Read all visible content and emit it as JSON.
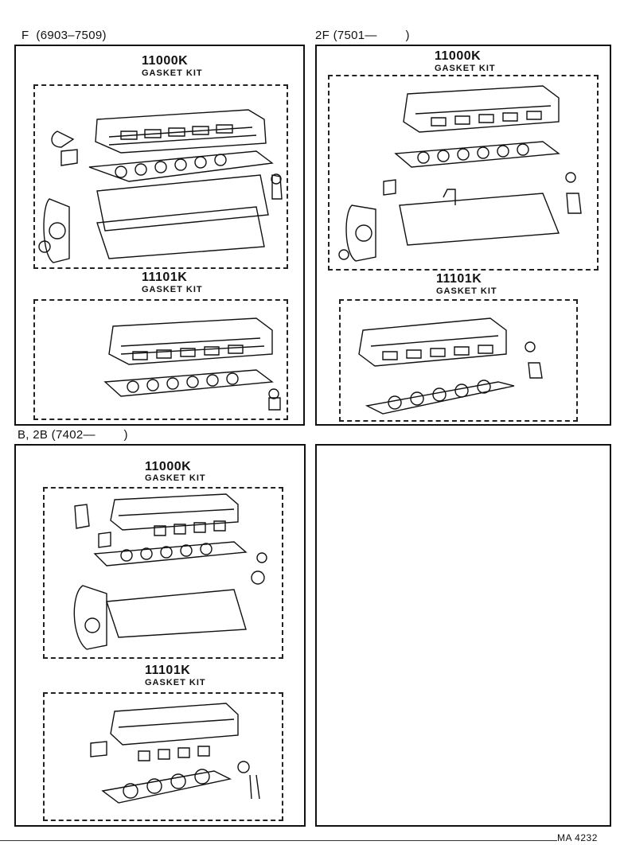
{
  "headers": {
    "f": "F  (6903–7509)",
    "twof": "2F (7501—        )",
    "b2b": "B, 2B (7402—        )"
  },
  "panels": [
    {
      "id": "f",
      "kits": [
        {
          "part": "11000K",
          "label": "GASKET KIT"
        },
        {
          "part": "11101K",
          "label": "GASKET KIT"
        }
      ]
    },
    {
      "id": "twof",
      "kits": [
        {
          "part": "11000K",
          "label": "GASKET KIT"
        },
        {
          "part": "11101K",
          "label": "GASKET KIT"
        }
      ]
    },
    {
      "id": "b2b",
      "kits": [
        {
          "part": "11000K",
          "label": "GASKET KIT"
        },
        {
          "part": "11101K",
          "label": "GASKET KIT"
        }
      ]
    }
  ],
  "footer": {
    "code": "MA 4232"
  }
}
